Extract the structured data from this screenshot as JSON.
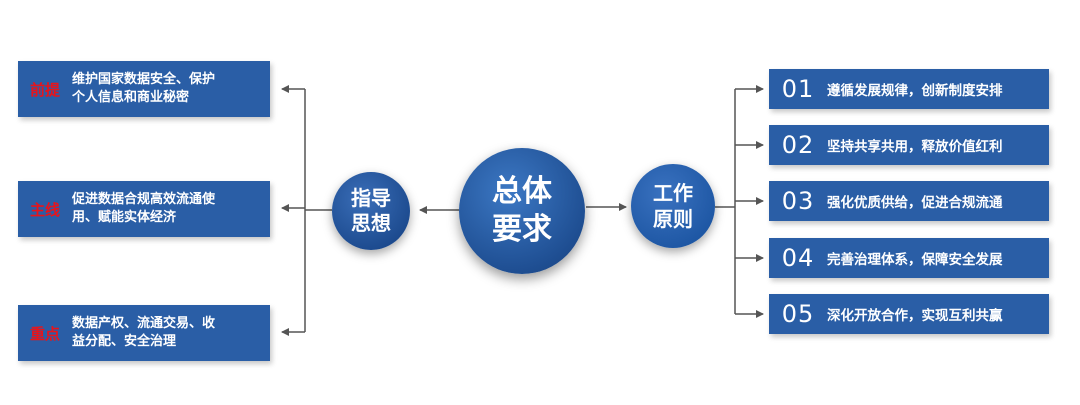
{
  "center": {
    "line1": "总体",
    "line2": "要求"
  },
  "guiding": {
    "line1": "指导",
    "line2": "思想",
    "items": [
      {
        "tag": "前提",
        "line1": "维护国家数据安全、保护",
        "line2": "个人信息和商业秘密"
      },
      {
        "tag": "主线",
        "line1": "促进数据合规高效流通使",
        "line2": "用、赋能实体经济"
      },
      {
        "tag": "重点",
        "line1": "数据产权、流通交易、收",
        "line2": "益分配、安全治理"
      }
    ]
  },
  "principles": {
    "line1": "工作",
    "line2": "原则",
    "items": [
      {
        "num": "01",
        "text": "遵循发展规律，创新制度安排"
      },
      {
        "num": "02",
        "text": "坚持共享共用，释放价值红利"
      },
      {
        "num": "03",
        "text": "强化优质供给，促进合规流通"
      },
      {
        "num": "04",
        "text": "完善治理体系，保障安全发展"
      },
      {
        "num": "05",
        "text": "深化开放合作，实现互利共赢"
      }
    ]
  },
  "colors": {
    "box": "#2a5ea6",
    "tag": "#e8141b",
    "connector": "#555555"
  }
}
